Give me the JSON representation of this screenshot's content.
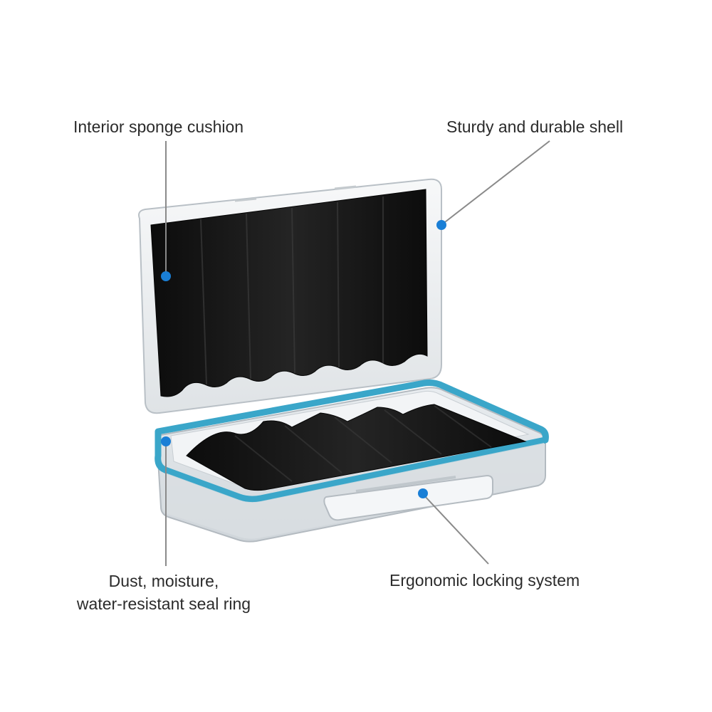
{
  "callouts": {
    "cushion": {
      "label": "Interior sponge cushion"
    },
    "shell": {
      "label": "Sturdy and durable shell"
    },
    "seal": {
      "line1": "Dust, moisture,",
      "line2": "water-resistant seal ring"
    },
    "lock": {
      "label": "Ergonomic locking system"
    }
  },
  "colors": {
    "marker": "#1a7fd6",
    "seal_ring": "#3aa6c9",
    "foam": "#141414",
    "shell": "#eef1f3",
    "leader": "#8a8a8a"
  },
  "product": {
    "name": "case",
    "foam_slots_lid": 6,
    "foam_slots_base": 6
  }
}
